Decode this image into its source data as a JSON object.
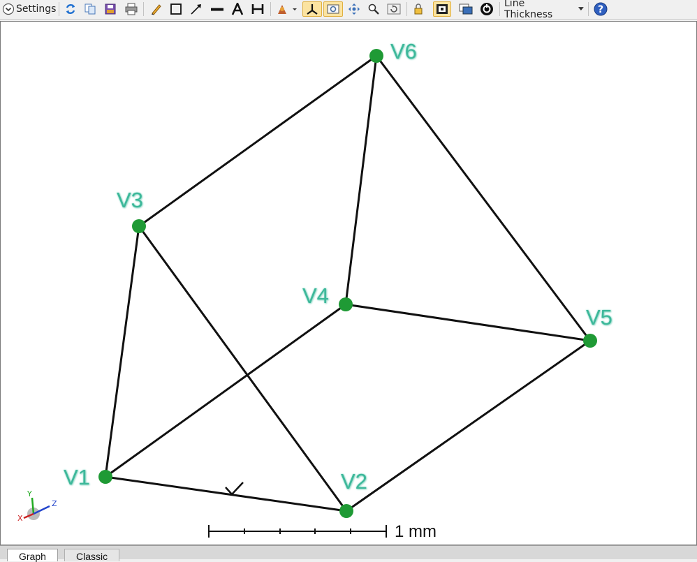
{
  "toolbar": {
    "settings_label": "Settings",
    "line_thickness_label": "Line Thickness",
    "icons": [
      "collapse-icon",
      "refresh-icon",
      "copy-icon",
      "save-icon",
      "print-icon",
      "pencil-icon",
      "rectangle-icon",
      "arrow-icon",
      "line-icon",
      "text-icon",
      "dimension-icon",
      "light-icon",
      "axes-icon",
      "zoom-box-icon",
      "pan-icon",
      "zoom-icon",
      "rotate-icon",
      "lock-icon",
      "fit-icon",
      "window-icon",
      "reset-icon",
      "help-icon"
    ]
  },
  "scene": {
    "vertices": [
      {
        "label": "V1"
      },
      {
        "label": "V2"
      },
      {
        "label": "V3"
      },
      {
        "label": "V4"
      },
      {
        "label": "V5"
      },
      {
        "label": "V6"
      }
    ],
    "vertex_color": "#1f9a35",
    "label_color": "#3db89a",
    "scale_bar_label": "1 mm",
    "axis_labels": {
      "x": "X",
      "y": "Y",
      "z": "Z"
    }
  },
  "tabs": [
    {
      "label": "Graph",
      "active": true
    },
    {
      "label": "Classic",
      "active": false
    }
  ]
}
